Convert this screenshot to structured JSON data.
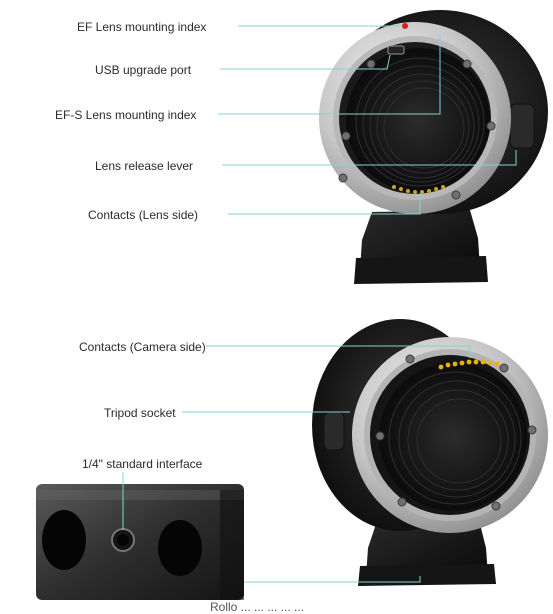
{
  "labels": {
    "ef_index": "EF Lens mounting index",
    "usb_port": "USB upgrade port",
    "efs_index": "EF-S Lens mounting index",
    "release_lever": "Lens release lever",
    "contacts_lens": "Contacts (Lens side)",
    "contacts_camera": "Contacts (Camera side)",
    "tripod_socket": "Tripod socket",
    "standard_interface": "1/4\" standard interface",
    "bottom_caption": "Rollo ... ... ... ... ..."
  },
  "colors": {
    "leader_line": "#7fd3d6",
    "ring_dark": "#1c1c1c",
    "ring_silver": "#c9c9c9",
    "contacts_gold": "#e8b400",
    "red_dot": "#d62020"
  }
}
